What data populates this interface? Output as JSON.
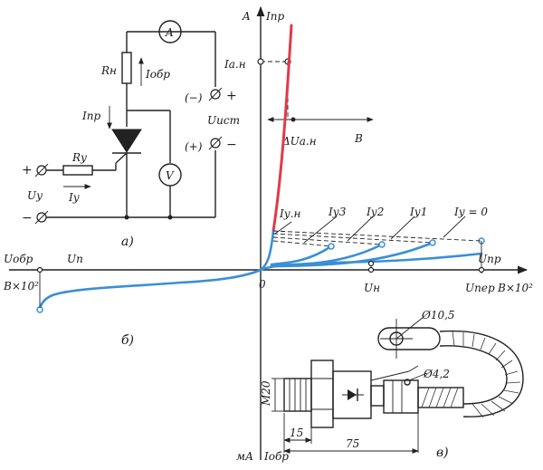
{
  "labels": {
    "axis_y_top_A": "A",
    "axis_y_top_Ipr": "Iпр",
    "Ia_n": "Iа.н",
    "dUa_n": "ΔUа.н",
    "B_right": "B",
    "axis_x_right_Upr": "Uпр",
    "axis_x_right_unit": "B×10²",
    "axis_x_left_Uobr": "Uобр",
    "axis_x_left_unit": "B×10²",
    "Un_left": "Uп",
    "origin": "0",
    "Un_tick": "Uн",
    "Uper": "Uпер",
    "axis_y_bottom_mA": "мА",
    "axis_y_bottom_Iobr": "Iобр",
    "Iy_n": "Iу.н",
    "Iy3": "Iу3",
    "Iy2": "Iу2",
    "Iy1": "Iу1",
    "Iy0": "Iу = 0",
    "panel_a": "а)",
    "panel_b": "б)",
    "panel_c": "в)"
  },
  "circuit": {
    "ammeter": "A",
    "voltmeter": "V",
    "Rn": "Rн",
    "Iobr": "Iобр",
    "Ipr": "Iпр",
    "Ry": "Rу",
    "Uy": "Uу",
    "Iy": "Iу",
    "plus_left": "+",
    "minus_left": "−",
    "source_top": "(−)",
    "source_top_sign": "+",
    "source_label": "Uист",
    "source_bot": "(+)",
    "source_bot_sign": "−"
  },
  "drawing": {
    "dia_top": "Ø10,5",
    "dia_hole": "Ø4,2",
    "thread": "M20",
    "dim_15": "15",
    "dim_75": "75"
  },
  "chart_data": {
    "type": "line",
    "title": "",
    "xlabel": "Uпр, B×10²",
    "ylabel": "Iпр, A",
    "x_negative_label": "Uобр, B×10²",
    "y_negative_label": "Iобр, мА",
    "grid": false,
    "series": [
      {
        "name": "Iу.н",
        "points": [
          [
            0,
            0
          ],
          [
            0.08,
            0.3
          ],
          [
            0.2,
            1
          ]
        ]
      },
      {
        "name": "Iу3",
        "points": [
          [
            0,
            0
          ],
          [
            0.3,
            0.05
          ],
          [
            0.7,
            0.2
          ]
        ]
      },
      {
        "name": "Iу2",
        "points": [
          [
            0,
            0
          ],
          [
            0.5,
            0.05
          ],
          [
            1.2,
            0.2
          ]
        ]
      },
      {
        "name": "Iу1",
        "points": [
          [
            0,
            0
          ],
          [
            0.7,
            0.05
          ],
          [
            1.6,
            0.2
          ]
        ]
      },
      {
        "name": "Iу = 0",
        "points": [
          [
            0,
            0
          ],
          [
            1.0,
            0.05
          ],
          [
            2.3,
            0.2
          ]
        ]
      }
    ]
  },
  "colors": {
    "characteristic": "#3a8fd6",
    "on_state": "#e03a4a",
    "ink": "#222222"
  }
}
